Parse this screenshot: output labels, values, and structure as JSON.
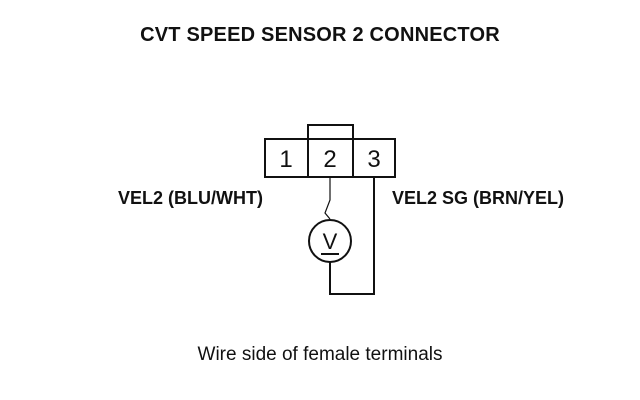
{
  "diagram": {
    "title": "CVT SPEED SENSOR 2 CONNECTOR",
    "terminals": [
      "1",
      "2",
      "3"
    ],
    "left_wire_label": "VEL2 (BLU/WHT)",
    "right_wire_label": "VEL2 SG (BRN/YEL)",
    "meter_symbol": "V",
    "caption": "Wire side of female terminals"
  }
}
